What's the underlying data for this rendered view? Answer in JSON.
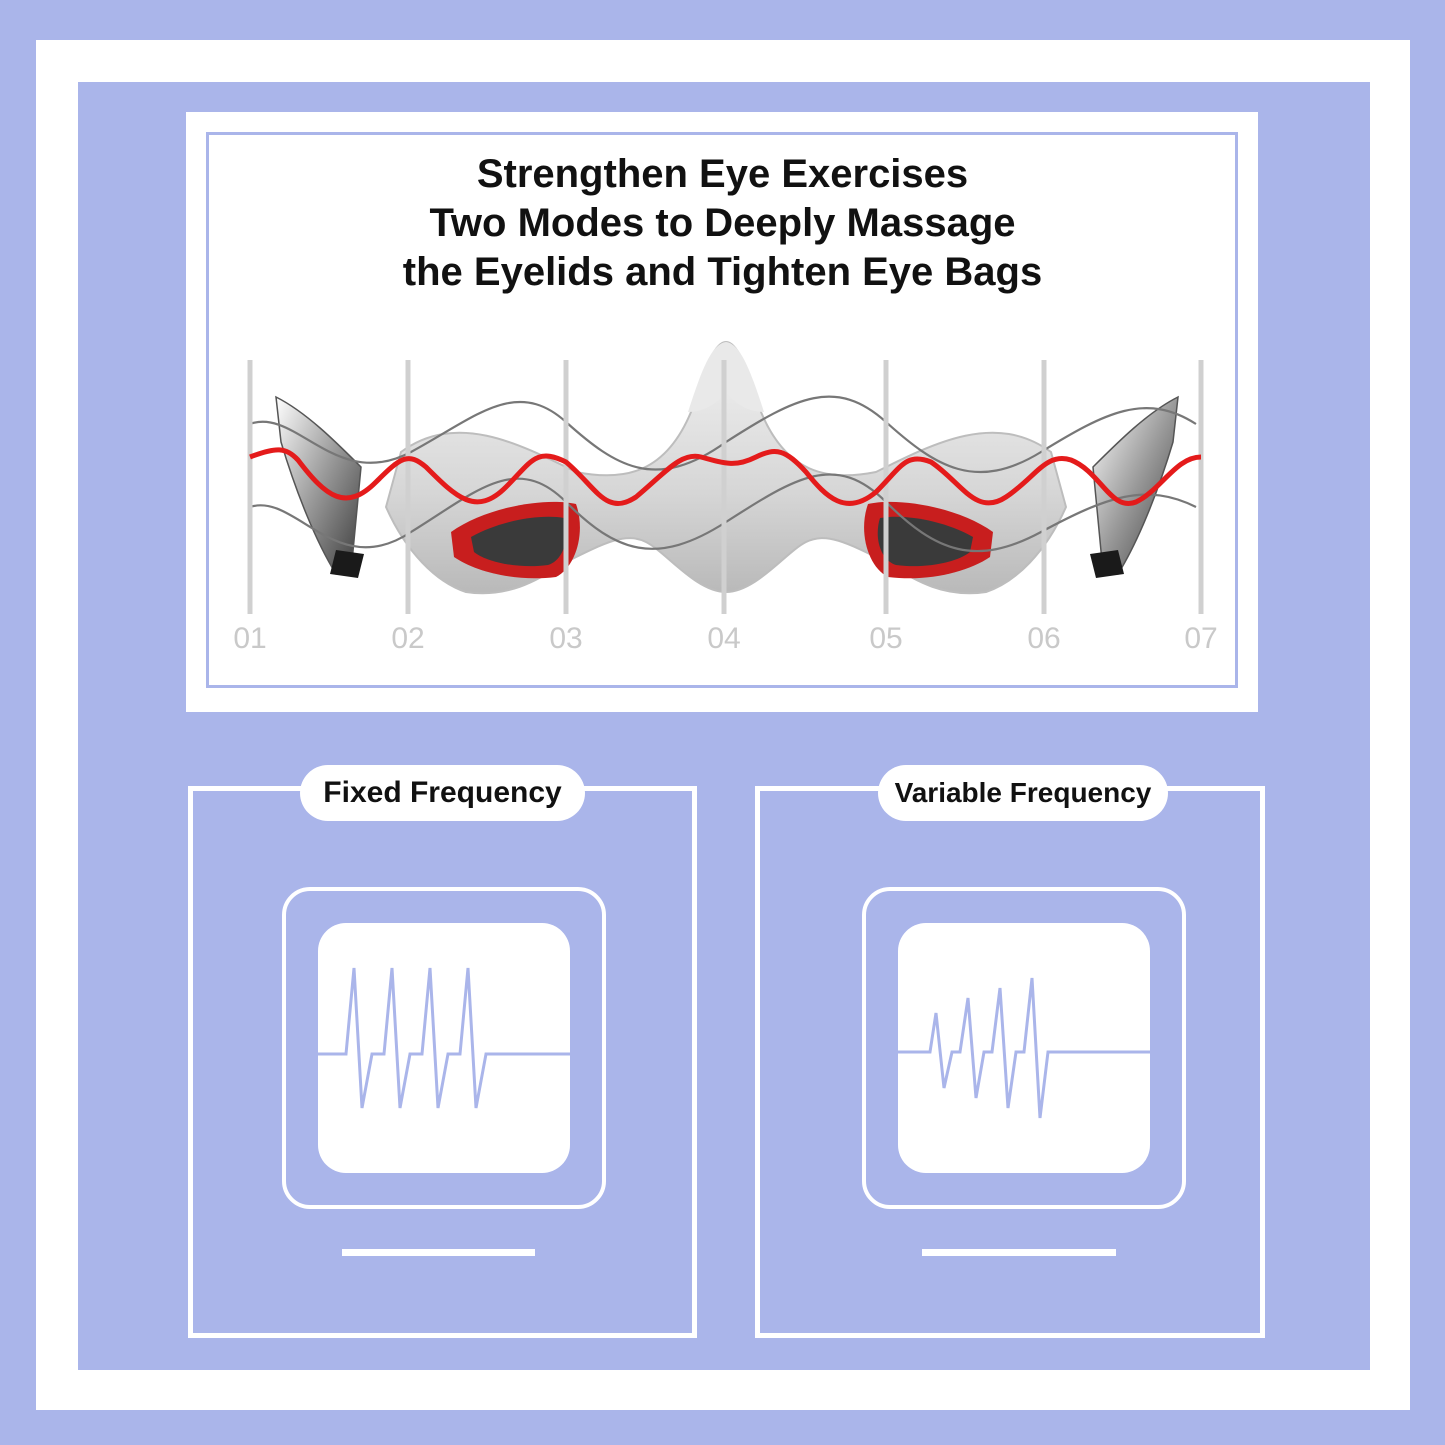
{
  "headline": {
    "line1": "Strengthen Eye Exercises",
    "line2": "Two Modes to Deeply Massage",
    "line3": "the Eyelids and Tighten Eye Bags"
  },
  "positions": [
    "01",
    "02",
    "03",
    "04",
    "05",
    "06",
    "07"
  ],
  "modes": {
    "fixed": {
      "label": "Fixed Frequency",
      "icon": "fixed-waveform-icon"
    },
    "variable": {
      "label": "Variable Frequency",
      "icon": "variable-waveform-icon"
    }
  },
  "colors": {
    "background": "#aab5ea",
    "card": "#ffffff",
    "wave_red": "#e41b1b",
    "waveform": "#aab5ea"
  }
}
